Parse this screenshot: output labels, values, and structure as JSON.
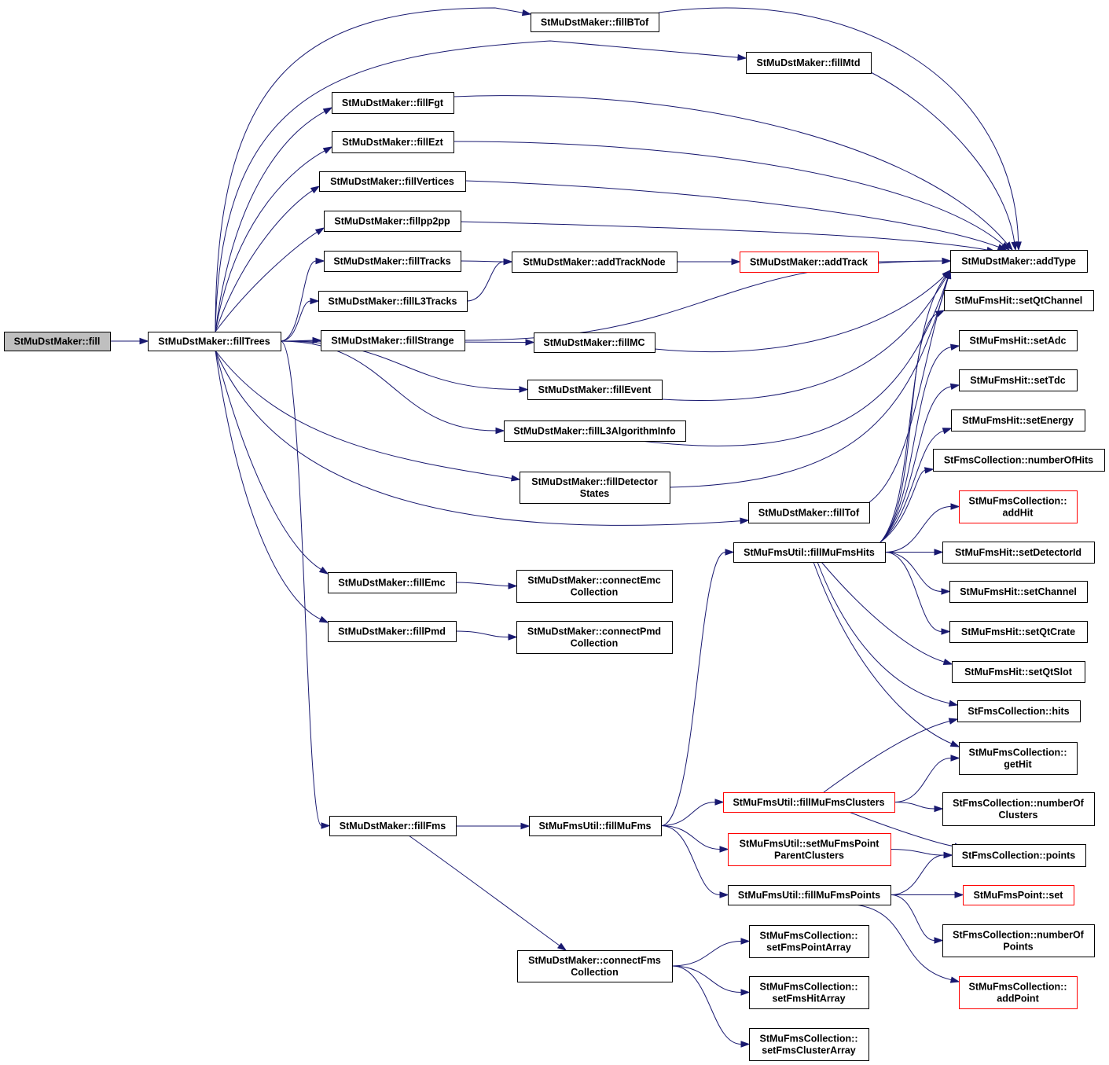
{
  "graph": {
    "edge_color": "#191970",
    "truncated_node_border_color": "#ff0000",
    "root_node_fill": "#bfbfbf",
    "nodes": [
      {
        "id": "fill",
        "lines": [
          "StMuDstMaker::fill"
        ],
        "root": true
      },
      {
        "id": "fillTrees",
        "lines": [
          "StMuDstMaker::fillTrees"
        ]
      },
      {
        "id": "fillBTof",
        "lines": [
          "StMuDstMaker::fillBTof"
        ]
      },
      {
        "id": "fillMtd",
        "lines": [
          "StMuDstMaker::fillMtd"
        ]
      },
      {
        "id": "fillFgt",
        "lines": [
          "StMuDstMaker::fillFgt"
        ]
      },
      {
        "id": "fillEzt",
        "lines": [
          "StMuDstMaker::fillEzt"
        ]
      },
      {
        "id": "fillVertices",
        "lines": [
          "StMuDstMaker::fillVertices"
        ]
      },
      {
        "id": "fillpp2pp",
        "lines": [
          "StMuDstMaker::fillpp2pp"
        ]
      },
      {
        "id": "fillTracks",
        "lines": [
          "StMuDstMaker::fillTracks"
        ]
      },
      {
        "id": "fillL3Tracks",
        "lines": [
          "StMuDstMaker::fillL3Tracks"
        ]
      },
      {
        "id": "fillStrange",
        "lines": [
          "StMuDstMaker::fillStrange"
        ]
      },
      {
        "id": "fillMC",
        "lines": [
          "StMuDstMaker::fillMC"
        ]
      },
      {
        "id": "fillEvent",
        "lines": [
          "StMuDstMaker::fillEvent"
        ]
      },
      {
        "id": "fillL3AlgorithmInfo",
        "lines": [
          "StMuDstMaker::fillL3AlgorithmInfo"
        ]
      },
      {
        "id": "fillDetectorStates",
        "lines": [
          "StMuDstMaker::fillDetector",
          "States"
        ]
      },
      {
        "id": "fillTof",
        "lines": [
          "StMuDstMaker::fillTof"
        ]
      },
      {
        "id": "fillEmc",
        "lines": [
          "StMuDstMaker::fillEmc"
        ]
      },
      {
        "id": "fillPmd",
        "lines": [
          "StMuDstMaker::fillPmd"
        ]
      },
      {
        "id": "fillFms",
        "lines": [
          "StMuDstMaker::fillFms"
        ]
      },
      {
        "id": "addTrackNode",
        "lines": [
          "StMuDstMaker::addTrackNode"
        ]
      },
      {
        "id": "addTrack",
        "lines": [
          "StMuDstMaker::addTrack"
        ],
        "truncated": true
      },
      {
        "id": "addType",
        "lines": [
          "StMuDstMaker::addType"
        ]
      },
      {
        "id": "connectEmcCollection",
        "lines": [
          "StMuDstMaker::connectEmc",
          "Collection"
        ]
      },
      {
        "id": "connectPmdCollection",
        "lines": [
          "StMuDstMaker::connectPmd",
          "Collection"
        ]
      },
      {
        "id": "fillMuFms",
        "lines": [
          "StMuFmsUtil::fillMuFms"
        ]
      },
      {
        "id": "connectFmsCollection",
        "lines": [
          "StMuDstMaker::connectFms",
          "Collection"
        ]
      },
      {
        "id": "fillMuFmsHits",
        "lines": [
          "StMuFmsUtil::fillMuFmsHits"
        ]
      },
      {
        "id": "fillMuFmsClusters",
        "lines": [
          "StMuFmsUtil::fillMuFmsClusters"
        ],
        "truncated": true
      },
      {
        "id": "setMuFmsPointParentClusters",
        "lines": [
          "StMuFmsUtil::setMuFmsPoint",
          "ParentClusters"
        ],
        "truncated": true
      },
      {
        "id": "fillMuFmsPoints",
        "lines": [
          "StMuFmsUtil::fillMuFmsPoints"
        ]
      },
      {
        "id": "setFmsPointArray",
        "lines": [
          "StMuFmsCollection::",
          "setFmsPointArray"
        ]
      },
      {
        "id": "setFmsHitArray",
        "lines": [
          "StMuFmsCollection::",
          "setFmsHitArray"
        ]
      },
      {
        "id": "setFmsClusterArray",
        "lines": [
          "StMuFmsCollection::",
          "setFmsClusterArray"
        ]
      },
      {
        "id": "setQtChannel",
        "lines": [
          "StMuFmsHit::setQtChannel"
        ]
      },
      {
        "id": "setAdc",
        "lines": [
          "StMuFmsHit::setAdc"
        ]
      },
      {
        "id": "setTdc",
        "lines": [
          "StMuFmsHit::setTdc"
        ]
      },
      {
        "id": "setEnergy",
        "lines": [
          "StMuFmsHit::setEnergy"
        ]
      },
      {
        "id": "numberOfHits",
        "lines": [
          "StFmsCollection::numberOfHits"
        ]
      },
      {
        "id": "addHit",
        "lines": [
          "StMuFmsCollection::",
          "addHit"
        ],
        "truncated": true
      },
      {
        "id": "setDetectorId",
        "lines": [
          "StMuFmsHit::setDetectorId"
        ]
      },
      {
        "id": "setChannel",
        "lines": [
          "StMuFmsHit::setChannel"
        ]
      },
      {
        "id": "setQtCrate",
        "lines": [
          "StMuFmsHit::setQtCrate"
        ]
      },
      {
        "id": "setQtSlot",
        "lines": [
          "StMuFmsHit::setQtSlot"
        ]
      },
      {
        "id": "hits",
        "lines": [
          "StFmsCollection::hits"
        ]
      },
      {
        "id": "getHit",
        "lines": [
          "StMuFmsCollection::",
          "getHit"
        ]
      },
      {
        "id": "numberOfClusters",
        "lines": [
          "StFmsCollection::numberOf",
          "Clusters"
        ]
      },
      {
        "id": "points",
        "lines": [
          "StFmsCollection::points"
        ]
      },
      {
        "id": "setPoint",
        "lines": [
          "StMuFmsPoint::set"
        ],
        "truncated": true
      },
      {
        "id": "numberOfPoints",
        "lines": [
          "StFmsCollection::numberOf",
          "Points"
        ]
      },
      {
        "id": "addPoint",
        "lines": [
          "StMuFmsCollection::",
          "addPoint"
        ],
        "truncated": true
      }
    ],
    "edges": [
      [
        "fill",
        "fillTrees"
      ],
      [
        "fillTrees",
        "fillBTof"
      ],
      [
        "fillTrees",
        "fillMtd"
      ],
      [
        "fillTrees",
        "fillFgt"
      ],
      [
        "fillTrees",
        "fillEzt"
      ],
      [
        "fillTrees",
        "fillVertices"
      ],
      [
        "fillTrees",
        "fillpp2pp"
      ],
      [
        "fillTrees",
        "fillTracks"
      ],
      [
        "fillTrees",
        "fillL3Tracks"
      ],
      [
        "fillTrees",
        "fillStrange"
      ],
      [
        "fillTrees",
        "fillMC"
      ],
      [
        "fillTrees",
        "fillEvent"
      ],
      [
        "fillTrees",
        "fillL3AlgorithmInfo"
      ],
      [
        "fillTrees",
        "fillDetectorStates"
      ],
      [
        "fillTrees",
        "fillTof"
      ],
      [
        "fillTrees",
        "fillEmc"
      ],
      [
        "fillTrees",
        "fillPmd"
      ],
      [
        "fillTrees",
        "fillFms"
      ],
      [
        "fillBTof",
        "addType"
      ],
      [
        "fillMtd",
        "addType"
      ],
      [
        "fillFgt",
        "addType"
      ],
      [
        "fillEzt",
        "addType"
      ],
      [
        "fillVertices",
        "addType"
      ],
      [
        "fillpp2pp",
        "addType"
      ],
      [
        "fillTracks",
        "addTrackNode"
      ],
      [
        "fillL3Tracks",
        "addTrackNode"
      ],
      [
        "addTrackNode",
        "addTrack"
      ],
      [
        "addTrack",
        "addType"
      ],
      [
        "fillStrange",
        "addType"
      ],
      [
        "fillMC",
        "addType"
      ],
      [
        "fillEvent",
        "addType"
      ],
      [
        "fillL3AlgorithmInfo",
        "addType"
      ],
      [
        "fillDetectorStates",
        "addType"
      ],
      [
        "fillTof",
        "addType"
      ],
      [
        "fillEmc",
        "connectEmcCollection"
      ],
      [
        "fillPmd",
        "connectPmdCollection"
      ],
      [
        "fillFms",
        "fillMuFms"
      ],
      [
        "fillFms",
        "connectFmsCollection"
      ],
      [
        "fillMuFms",
        "fillMuFmsHits"
      ],
      [
        "fillMuFms",
        "fillMuFmsClusters"
      ],
      [
        "fillMuFms",
        "setMuFmsPointParentClusters"
      ],
      [
        "fillMuFms",
        "fillMuFmsPoints"
      ],
      [
        "fillMuFmsHits",
        "addType"
      ],
      [
        "fillMuFmsHits",
        "setQtChannel"
      ],
      [
        "fillMuFmsHits",
        "setAdc"
      ],
      [
        "fillMuFmsHits",
        "setTdc"
      ],
      [
        "fillMuFmsHits",
        "setEnergy"
      ],
      [
        "fillMuFmsHits",
        "numberOfHits"
      ],
      [
        "fillMuFmsHits",
        "addHit"
      ],
      [
        "fillMuFmsHits",
        "setDetectorId"
      ],
      [
        "fillMuFmsHits",
        "setChannel"
      ],
      [
        "fillMuFmsHits",
        "setQtCrate"
      ],
      [
        "fillMuFmsHits",
        "setQtSlot"
      ],
      [
        "fillMuFmsHits",
        "hits"
      ],
      [
        "fillMuFmsHits",
        "getHit"
      ],
      [
        "fillMuFmsClusters",
        "hits"
      ],
      [
        "fillMuFmsClusters",
        "getHit"
      ],
      [
        "fillMuFmsClusters",
        "numberOfClusters"
      ],
      [
        "fillMuFmsClusters",
        "points"
      ],
      [
        "setMuFmsPointParentClusters",
        "points"
      ],
      [
        "fillMuFmsPoints",
        "points"
      ],
      [
        "fillMuFmsPoints",
        "setPoint"
      ],
      [
        "fillMuFmsPoints",
        "numberOfPoints"
      ],
      [
        "fillMuFmsPoints",
        "addPoint"
      ],
      [
        "connectFmsCollection",
        "setFmsPointArray"
      ],
      [
        "connectFmsCollection",
        "setFmsHitArray"
      ],
      [
        "connectFmsCollection",
        "setFmsClusterArray"
      ]
    ]
  }
}
